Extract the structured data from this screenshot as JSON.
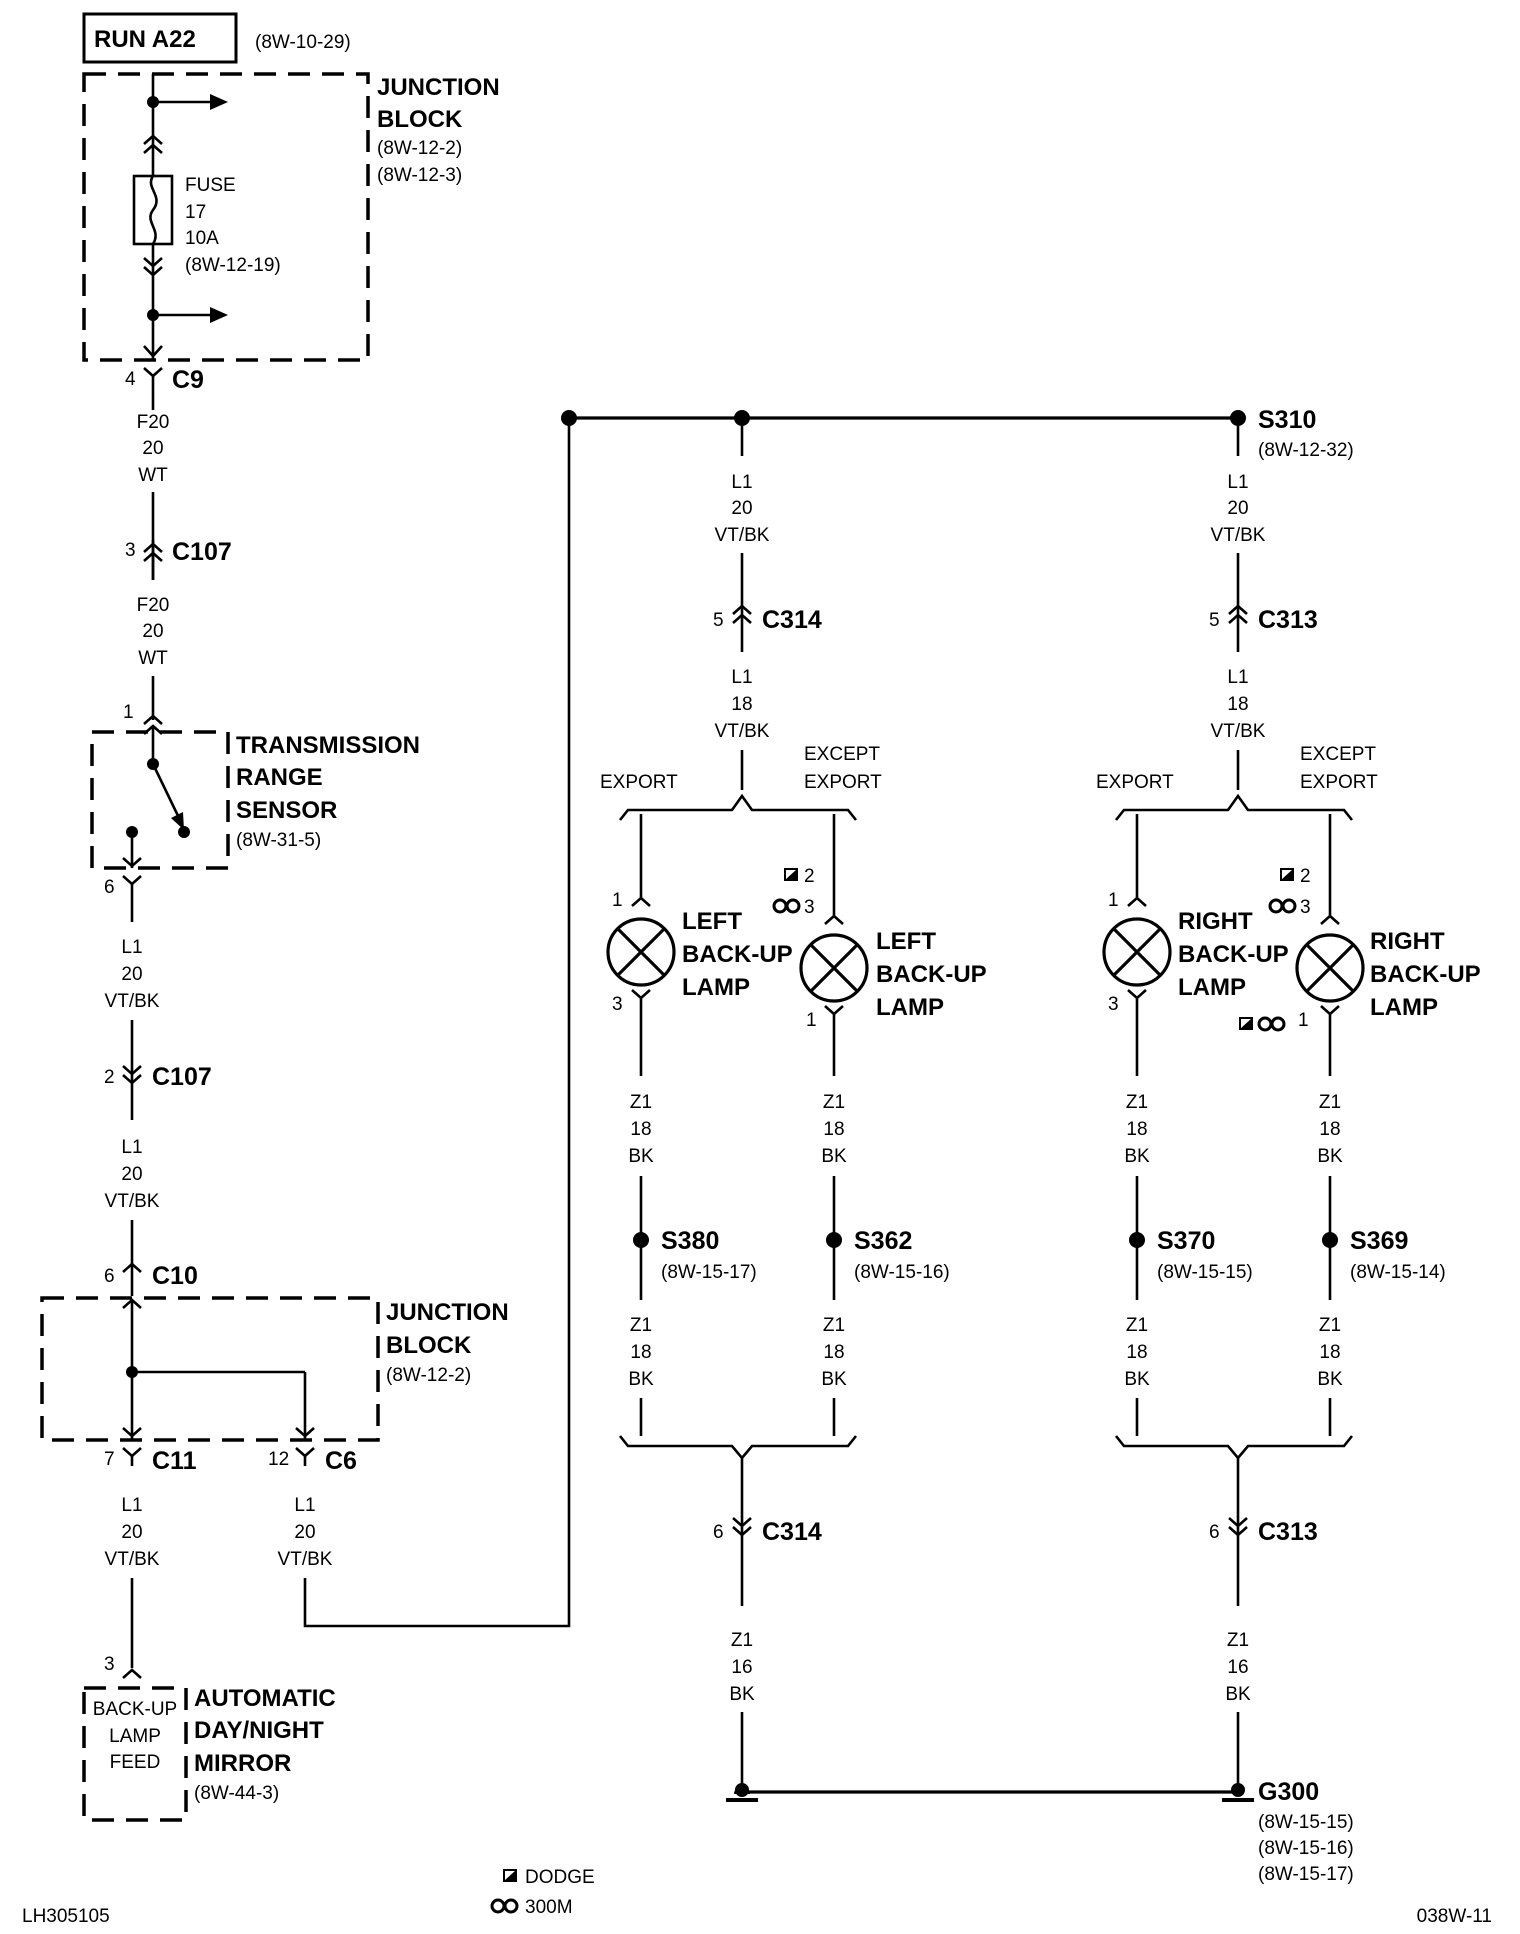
{
  "title": "RUN A22",
  "title_ref": "(8W-10-29)",
  "junction_block_top": {
    "name_l1": "JUNCTION",
    "name_l2": "BLOCK",
    "ref1": "(8W-12-2)",
    "ref2": "(8W-12-3)"
  },
  "fuse": {
    "l1": "FUSE",
    "l2": "17",
    "l3": "10A",
    "l4": "(8W-12-19)"
  },
  "c9": {
    "pin": "4",
    "name": "C9"
  },
  "wire_f20_a": {
    "circuit": "F20",
    "gauge": "20",
    "color": "WT"
  },
  "c107_a": {
    "pin": "3",
    "name": "C107"
  },
  "wire_f20_b": {
    "circuit": "F20",
    "gauge": "20",
    "color": "WT"
  },
  "trs": {
    "pin_in": "1",
    "pin_out": "6",
    "name_l1": "TRANSMISSION",
    "name_l2": "RANGE",
    "name_l3": "SENSOR",
    "ref": "(8W-31-5)"
  },
  "wire_l1_a": {
    "circuit": "L1",
    "gauge": "20",
    "color": "VT/BK"
  },
  "c107_b": {
    "pin": "2",
    "name": "C107"
  },
  "wire_l1_b": {
    "circuit": "L1",
    "gauge": "20",
    "color": "VT/BK"
  },
  "c10": {
    "pin": "6",
    "name": "C10"
  },
  "junction_block_bottom": {
    "name_l1": "JUNCTION",
    "name_l2": "BLOCK",
    "ref": "(8W-12-2)"
  },
  "c11": {
    "pin": "7",
    "name": "C11"
  },
  "c6": {
    "pin": "12",
    "name": "C6"
  },
  "wire_l1_c11": {
    "circuit": "L1",
    "gauge": "20",
    "color": "VT/BK"
  },
  "wire_l1_c6": {
    "circuit": "L1",
    "gauge": "20",
    "color": "VT/BK"
  },
  "mirror": {
    "pin": "3",
    "inner_l1": "BACK-UP",
    "inner_l2": "LAMP",
    "inner_l3": "FEED",
    "name_l1": "AUTOMATIC",
    "name_l2": "DAY/NIGHT",
    "name_l3": "MIRROR",
    "ref": "(8W-44-3)"
  },
  "s310": {
    "name": "S310",
    "ref": "(8W-12-32)"
  },
  "left_feed_top": {
    "circuit": "L1",
    "gauge": "20",
    "color": "VT/BK"
  },
  "right_feed_top": {
    "circuit": "L1",
    "gauge": "20",
    "color": "VT/BK"
  },
  "c314_a": {
    "pin": "5",
    "name": "C314"
  },
  "c313_a": {
    "pin": "5",
    "name": "C313"
  },
  "left_feed_bot": {
    "circuit": "L1",
    "gauge": "18",
    "color": "VT/BK"
  },
  "right_feed_bot": {
    "circuit": "L1",
    "gauge": "18",
    "color": "VT/BK"
  },
  "branch_labels": {
    "export": "EXPORT",
    "except_l1": "EXCEPT",
    "except_l2": "EXPORT"
  },
  "lamp_ll": {
    "pin_in": "1",
    "pin_out": "3",
    "name_l1": "LEFT",
    "name_l2": "BACK-UP",
    "name_l3": "LAMP"
  },
  "lamp_lr": {
    "pin_dodge": "2",
    "pin_300m": "3",
    "pin_out": "1",
    "name_l1": "LEFT",
    "name_l2": "BACK-UP",
    "name_l3": "LAMP"
  },
  "lamp_rl": {
    "pin_in": "1",
    "pin_out": "3",
    "name_l1": "RIGHT",
    "name_l2": "BACK-UP",
    "name_l3": "LAMP"
  },
  "lamp_rr": {
    "pin_dodge": "2",
    "pin_300m": "3",
    "pin_out": "1",
    "name_l1": "RIGHT",
    "name_l2": "BACK-UP",
    "name_l3": "LAMP"
  },
  "gnd_wires": {
    "circuit": "Z1",
    "gauge": "18",
    "color": "BK"
  },
  "s380": {
    "name": "S380",
    "ref": "(8W-15-17)"
  },
  "s362": {
    "name": "S362",
    "ref": "(8W-15-16)"
  },
  "s370": {
    "name": "S370",
    "ref": "(8W-15-15)"
  },
  "s369": {
    "name": "S369",
    "ref": "(8W-15-14)"
  },
  "c314_b": {
    "pin": "6",
    "name": "C314"
  },
  "c313_b": {
    "pin": "6",
    "name": "C313"
  },
  "gnd_main": {
    "circuit": "Z1",
    "gauge": "16",
    "color": "BK"
  },
  "g300": {
    "name": "G300",
    "ref1": "(8W-15-15)",
    "ref2": "(8W-15-16)",
    "ref3": "(8W-15-17)"
  },
  "legend": {
    "dodge": "DODGE",
    "m300": "300M"
  },
  "footer": {
    "left": "LH305105",
    "right": "038W-11"
  }
}
